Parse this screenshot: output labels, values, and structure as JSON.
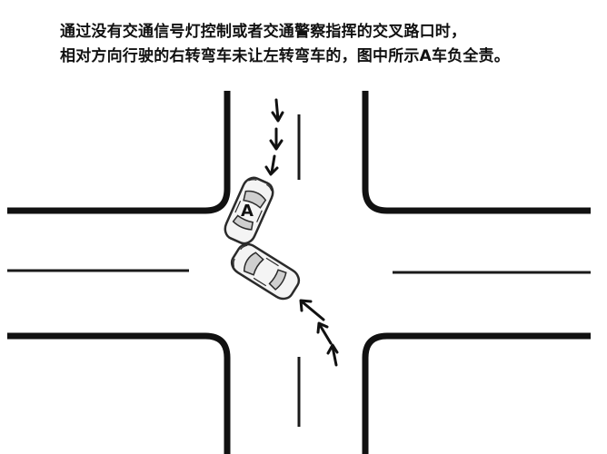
{
  "caption": {
    "line1": "通过没有交通信号灯控制或者交通警察指挥的交叉路口时，",
    "line2": "相对方向行驶的右转弯车未让左转弯车的，图中所示A车负全责。"
  },
  "car_label": "A",
  "colors": {
    "road_edge": "#111111",
    "lane_line": "#1a1a1a",
    "arrow": "#111111",
    "car_body": "#f4f4f4",
    "car_outline": "#2a2a2a",
    "car_glass": "#cfcfcf"
  }
}
